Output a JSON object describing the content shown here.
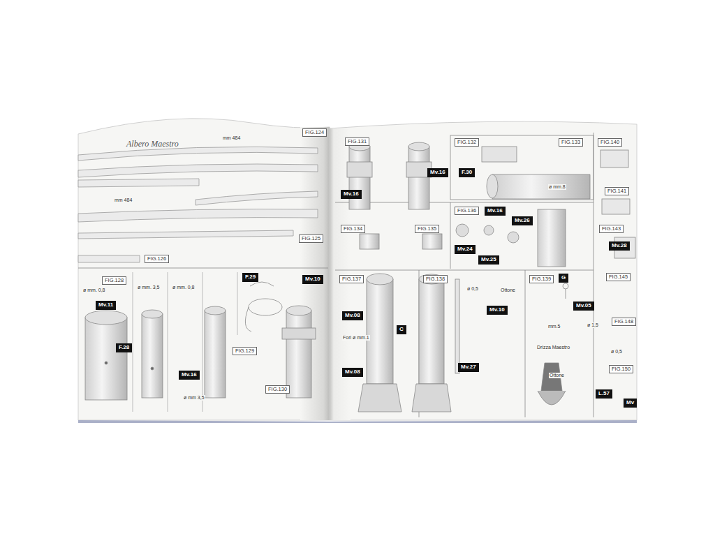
{
  "diagram": {
    "nodes": [
      {
        "text": [
          "FIG.124"
        ]
      },
      {
        "text": [
          "FIG.125"
        ]
      },
      {
        "text": [
          "FIG.126"
        ]
      },
      {
        "text": [
          "FIG.128"
        ]
      },
      {
        "text": [
          "Mv.11"
        ]
      },
      {
        "text": [
          "F.28"
        ]
      },
      {
        "text": [
          "F.29"
        ]
      },
      {
        "text": [
          "Mv.10"
        ]
      },
      {
        "text": [
          "FIG.129"
        ]
      },
      {
        "text": [
          "Mv.16"
        ]
      },
      {
        "text": [
          "FIG.130"
        ]
      },
      {
        "text": [
          "FIG.131"
        ]
      },
      {
        "text": [
          "FIG.132"
        ]
      },
      {
        "text": [
          "FIG.133"
        ]
      },
      {
        "text": [
          "FIG.140"
        ]
      },
      {
        "text": [
          "Mv.16"
        ]
      },
      {
        "text": [
          "F.30"
        ]
      },
      {
        "text": [
          "Mv.16"
        ]
      },
      {
        "text": [
          "FIG.141"
        ]
      },
      {
        "text": [
          "FIG.134"
        ]
      },
      {
        "text": [
          "FIG.135"
        ]
      },
      {
        "text": [
          "FIG.136"
        ]
      },
      {
        "text": [
          "Mv.16"
        ]
      },
      {
        "text": [
          "Mv.26"
        ]
      },
      {
        "text": [
          "FIG.143"
        ]
      },
      {
        "text": [
          "Mv.24"
        ]
      },
      {
        "text": [
          "Mv.28"
        ]
      },
      {
        "text": [
          "Mv.25"
        ]
      },
      {
        "text": [
          "FIG.145"
        ]
      },
      {
        "text": [
          "FIG.137"
        ]
      },
      {
        "text": [
          "FIG.138"
        ]
      },
      {
        "text": [
          "FIG.139"
        ]
      },
      {
        "text": [
          "G"
        ]
      },
      {
        "text": [
          "Mv.08"
        ]
      },
      {
        "text": [
          "Mv.10"
        ]
      },
      {
        "text": [
          "Mv.05"
        ]
      },
      {
        "text": [
          "FIG.148"
        ]
      },
      {
        "text": [
          "C"
        ]
      },
      {
        "text": [
          "Mv.27"
        ]
      },
      {
        "text": [
          "Mv.08"
        ]
      },
      {
        "text": [
          "L.57"
        ]
      },
      {
        "text": [
          "FIG.150"
        ]
      },
      {
        "text": [
          "Mv"
        ]
      }
    ],
    "labels": [
      "Albero Maestro",
      "mm 484",
      "mm 484",
      "ø mm. 0,8",
      "ø mm. 3,5",
      "ø mm. 0,8",
      "ø mm 3,5",
      "ø mm.8",
      "Ottone",
      "ø 0,5",
      "Fori ø mm.1",
      "ø 1,5",
      "mm.5",
      "ø 0,5",
      "Drizza Maestro",
      "Ottone"
    ]
  }
}
